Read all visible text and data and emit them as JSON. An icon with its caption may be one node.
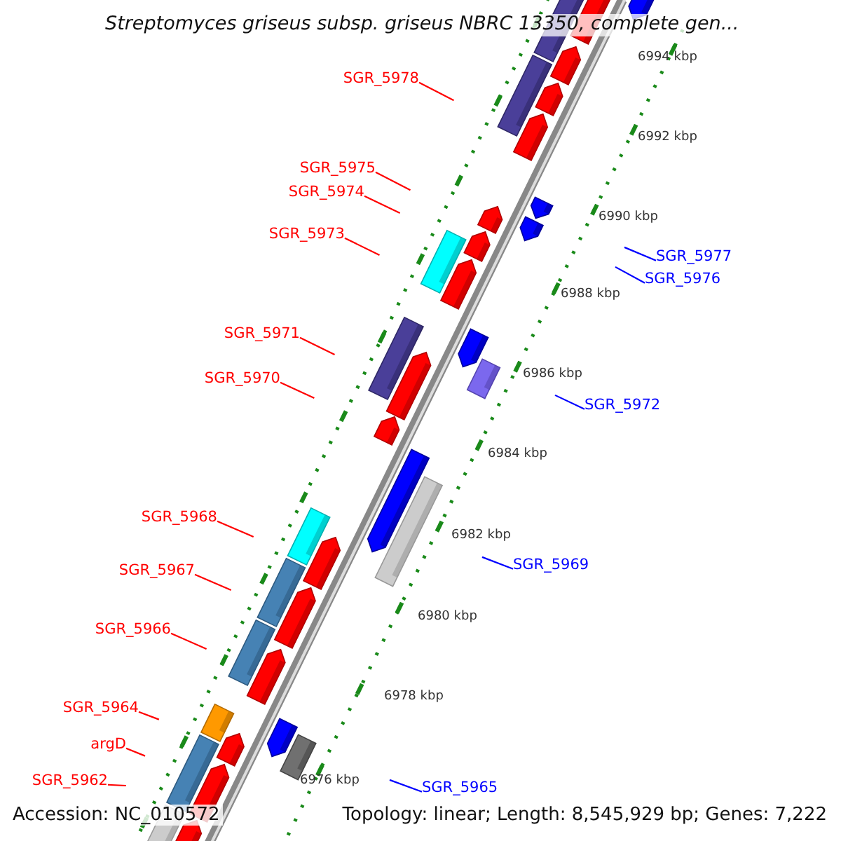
{
  "diagram": {
    "title": "Streptomyces griseus subsp. griseus NBRC 13350, complete gen...",
    "nodes": [
      {
        "text": [
          "SGR_5978"
        ]
      },
      {
        "text": [
          "SGR_5975"
        ]
      },
      {
        "text": [
          "SGR_5974"
        ]
      },
      {
        "text": [
          "SGR_5973"
        ]
      },
      {
        "text": [
          "SGR_5977"
        ]
      },
      {
        "text": [
          "SGR_5976"
        ]
      },
      {
        "text": [
          "SGR_5971"
        ]
      },
      {
        "text": [
          "SGR_5970"
        ]
      },
      {
        "text": [
          "SGR_5972"
        ]
      },
      {
        "text": [
          "SGR_5968"
        ]
      },
      {
        "text": [
          "SGR_5969"
        ]
      },
      {
        "text": [
          "SGR_5967"
        ]
      },
      {
        "text": [
          "SGR_5966"
        ]
      },
      {
        "text": [
          "SGR_5964"
        ]
      },
      {
        "text": [
          "argD"
        ]
      },
      {
        "text": [
          "SGR_5965"
        ]
      },
      {
        "text": [
          "SGR_5962"
        ]
      }
    ],
    "edges": [
      {
        "from": 0,
        "to": null,
        "arrow": "none"
      },
      {
        "from": 1,
        "to": null,
        "arrow": "none"
      },
      {
        "from": 2,
        "to": null,
        "arrow": "none"
      },
      {
        "from": 3,
        "to": null,
        "arrow": "none"
      },
      {
        "from": 4,
        "to": null,
        "arrow": "none",
        "color": "#0000ff"
      },
      {
        "from": 5,
        "to": null,
        "arrow": "none",
        "color": "#0000ff"
      },
      {
        "from": 6,
        "to": null,
        "arrow": "none"
      },
      {
        "from": 7,
        "to": null,
        "arrow": "none"
      },
      {
        "from": 8,
        "to": null,
        "arrow": "none",
        "color": "#0000ff"
      },
      {
        "from": 9,
        "to": null,
        "arrow": "none"
      },
      {
        "from": 10,
        "to": null,
        "arrow": "none",
        "color": "#0000ff"
      },
      {
        "from": 11,
        "to": null,
        "arrow": "none"
      },
      {
        "from": 12,
        "to": null,
        "arrow": "none"
      },
      {
        "from": 13,
        "to": null,
        "arrow": "none"
      },
      {
        "from": 14,
        "to": null,
        "arrow": "none"
      },
      {
        "from": 15,
        "to": null,
        "arrow": "none",
        "color": "#0000ff"
      },
      {
        "from": 16,
        "to": null,
        "arrow": "none"
      }
    ],
    "labels": [
      "6994 kbp",
      "6992 kbp",
      "6990 kbp",
      "6988 kbp",
      "6986 kbp",
      "6984 kbp",
      "6982 kbp",
      "6980 kbp",
      "6978 kbp",
      "6976 kbp",
      "Accession: NC_010572",
      "Topology: linear; Length: 8,545,929 bp; Genes: 7,222"
    ]
  }
}
